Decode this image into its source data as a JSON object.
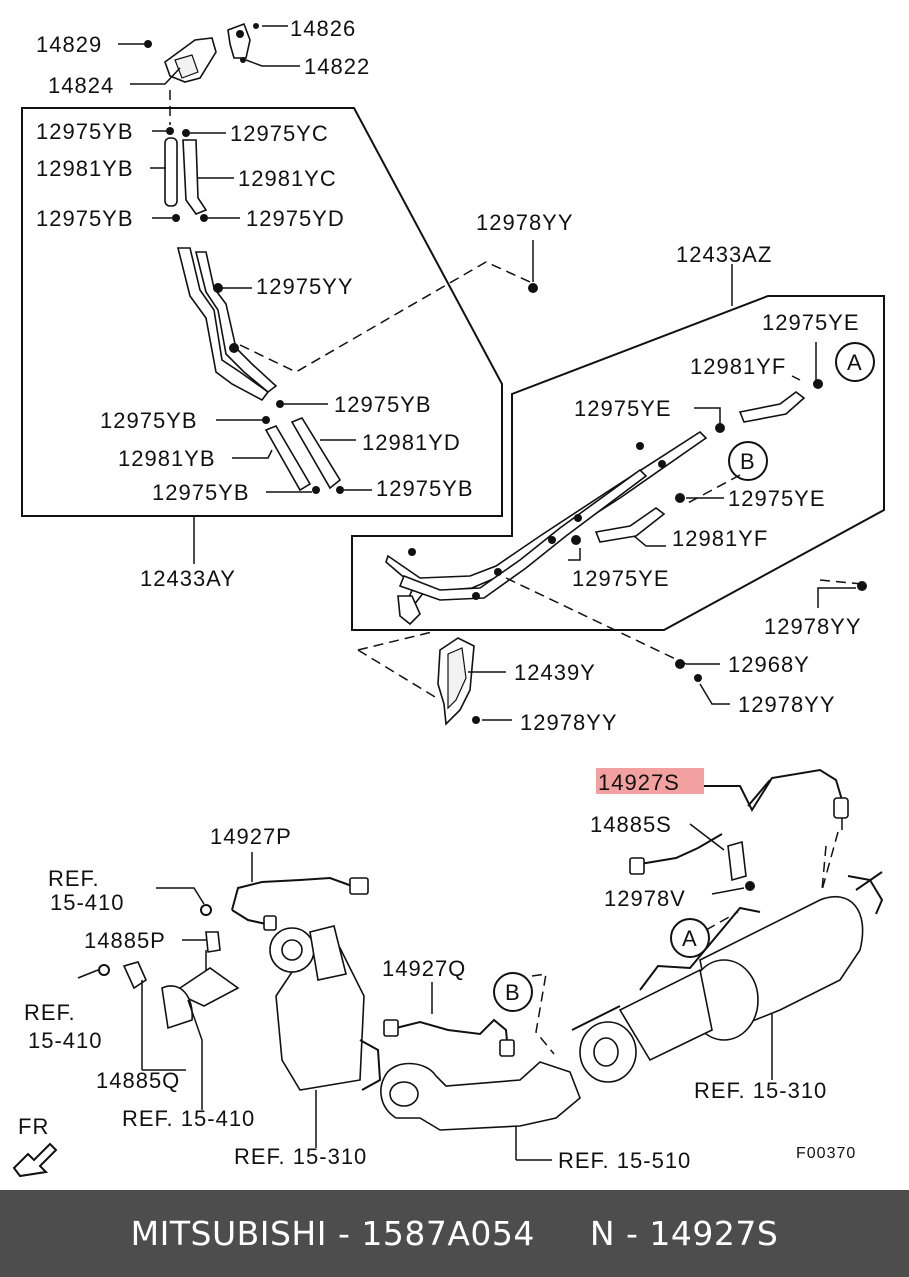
{
  "labels": {
    "l14826": "14826",
    "l14829": "14829",
    "l14822": "14822",
    "l14824": "14824",
    "l12975yb_1": "12975YB",
    "l12975yc": "12975YC",
    "l12981yb_1": "12981YB",
    "l12981yc": "12981YC",
    "l12975yb_2": "12975YB",
    "l12975yd": "12975YD",
    "l12975yy_1": "12975YY",
    "l12978yy_1": "12978YY",
    "l12975yb_3": "12975YB",
    "l12975yb_4": "12975YB",
    "l12981yd": "12981YD",
    "l12981yb_2": "12981YB",
    "l12975yb_5": "12975YB",
    "l12433ay": "12433AY",
    "l12433az": "12433AZ",
    "l12975ye_1": "12975YE",
    "l12981yf_1": "12981YF",
    "l12975ye_2": "12975YE",
    "l12975ye_3": "12975YE",
    "l12981yf_2": "12981YF",
    "l12975ye_4": "12975YE",
    "l12978yy_2": "12978YY",
    "l12439y": "12439Y",
    "l12968y": "12968Y",
    "l12978yy_3": "12978YY",
    "l12978yy_4": "12978YY",
    "l14927s": "14927S",
    "l14885s": "14885S",
    "l12978v": "12978V",
    "l14927p": "14927P",
    "ref_15_410_a_1": "REF.",
    "ref_15_410_a_2": "15-410",
    "l14885p": "14885P",
    "ref_15_410_b_1": "REF.",
    "ref_15_410_b_2": "15-410",
    "l14885q": "14885Q",
    "ref_15_410_c": "REF. 15-410",
    "ref_15_310_a": "REF. 15-310",
    "l14927q": "14927Q",
    "ref_15_510": "REF. 15-510",
    "ref_15_310_b": "REF. 15-310",
    "fr": "FR",
    "fig_code": "F00370",
    "callout_a1": "A",
    "callout_b1": "B",
    "callout_a2": "A",
    "callout_b2": "B"
  },
  "footer": {
    "text": "MITSUBISHI - 1587A054     N - 14927S"
  },
  "colors": {
    "highlight": "#f3a0a0",
    "footer_bg": "#4d4d4d",
    "footer_text": "#ffffff"
  }
}
